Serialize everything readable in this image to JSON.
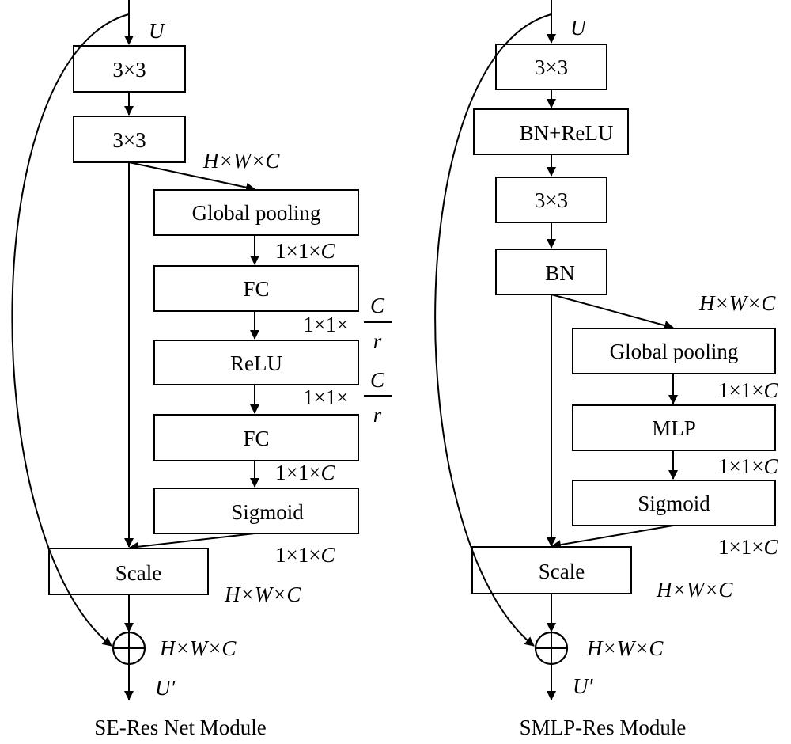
{
  "left_module": {
    "caption": "SE-Res Net Module",
    "input_label": "U",
    "output_label": "U′",
    "boxes": {
      "conv1": "3×3",
      "conv2": "3×3",
      "pool": "Global pooling",
      "fc1": "FC",
      "relu": "ReLU",
      "fc2": "FC",
      "sigmoid": "Sigmoid",
      "scale": "Scale"
    },
    "dims": {
      "after_conv": "H×W×C",
      "after_pool": "1×1×",
      "after_pool_c": "C",
      "after_fc1_prefix": "1×1×",
      "after_fc1_num": "C",
      "after_fc1_den": "r",
      "after_relu_prefix": "1×1×",
      "after_relu_num": "C",
      "after_relu_den": "r",
      "after_fc2": "1×1×",
      "after_fc2_c": "C",
      "after_sigmoid": "1×1×",
      "after_sigmoid_c": "C",
      "after_scale": "H×W×C",
      "after_sum": "H×W×C"
    }
  },
  "right_module": {
    "caption": "SMLP-Res Module",
    "input_label": "U",
    "output_label": "U′",
    "boxes": {
      "conv1": "3×3",
      "bnrelu": "BN+ReLU",
      "conv2": "3×3",
      "bn": "BN",
      "pool": "Global pooling",
      "mlp": "MLP",
      "sigmoid": "Sigmoid",
      "scale": "Scale"
    },
    "dims": {
      "after_bn": "H×W×C",
      "after_pool": "1×1×",
      "after_pool_c": "C",
      "after_mlp": "1×1×",
      "after_mlp_c": "C",
      "after_sigmoid": "1×1×",
      "after_sigmoid_c": "C",
      "after_scale": "H×W×C",
      "after_sum": "H×W×C"
    }
  }
}
